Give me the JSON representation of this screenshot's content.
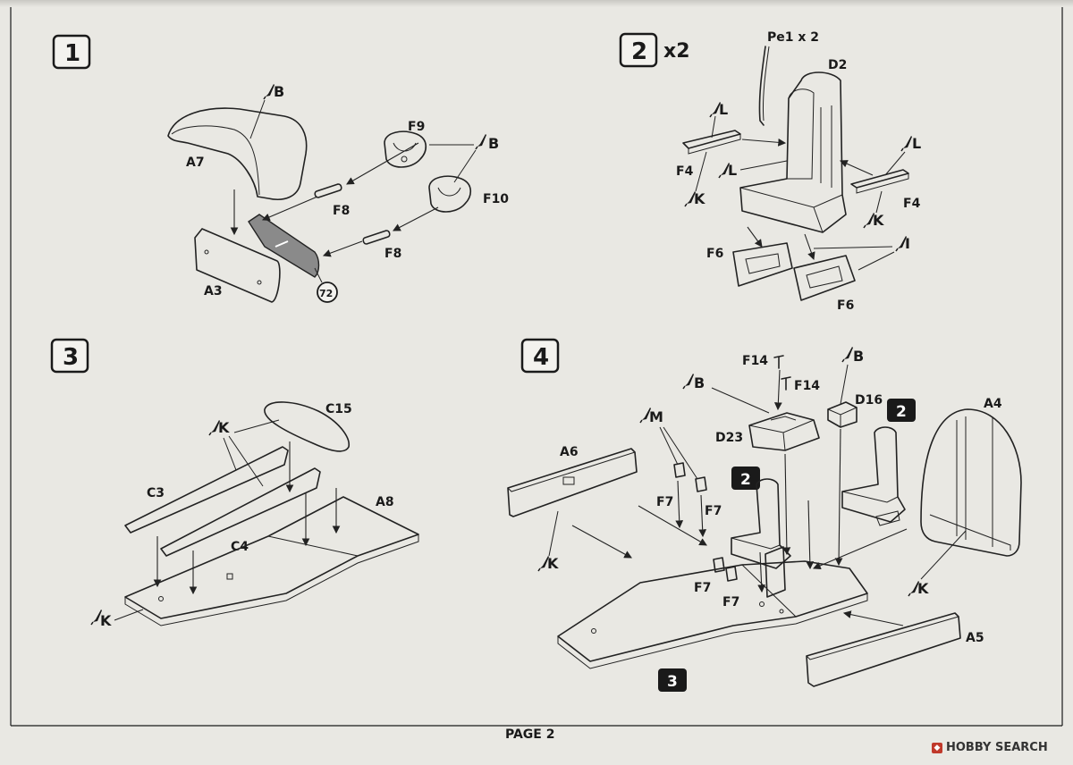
{
  "page": {
    "label": "PAGE 2"
  },
  "watermark": {
    "brand": "HOBBY SEARCH",
    "logo_icon": "hobby-search-logo-icon"
  },
  "colors": {
    "ink": "#1a1a1a",
    "paper": "#e9e8e3",
    "shaded_part": "#8a8a8a"
  },
  "steps": [
    {
      "number": "1",
      "parts": [
        "A7",
        "A3",
        "F9",
        "F10",
        "F8",
        "F8"
      ],
      "paints": [
        "B",
        "B"
      ],
      "decal": "72"
    },
    {
      "number": "2",
      "multiplier": "x2",
      "parts": [
        "Pe1 x 2",
        "D2",
        "F4",
        "F4",
        "F6",
        "F6"
      ],
      "paints": [
        "L",
        "L",
        "L",
        "K",
        "K",
        "I"
      ]
    },
    {
      "number": "3",
      "parts": [
        "C15",
        "C3",
        "C4",
        "A8"
      ],
      "paints": [
        "K",
        "K"
      ]
    },
    {
      "number": "4",
      "parts": [
        "F14",
        "F14",
        "D16",
        "D23",
        "A6",
        "A4",
        "A5",
        "F7",
        "F7",
        "F7",
        "F7"
      ],
      "paints": [
        "B",
        "B",
        "M",
        "K",
        "K"
      ],
      "refs": [
        "2",
        "2",
        "3"
      ]
    }
  ]
}
